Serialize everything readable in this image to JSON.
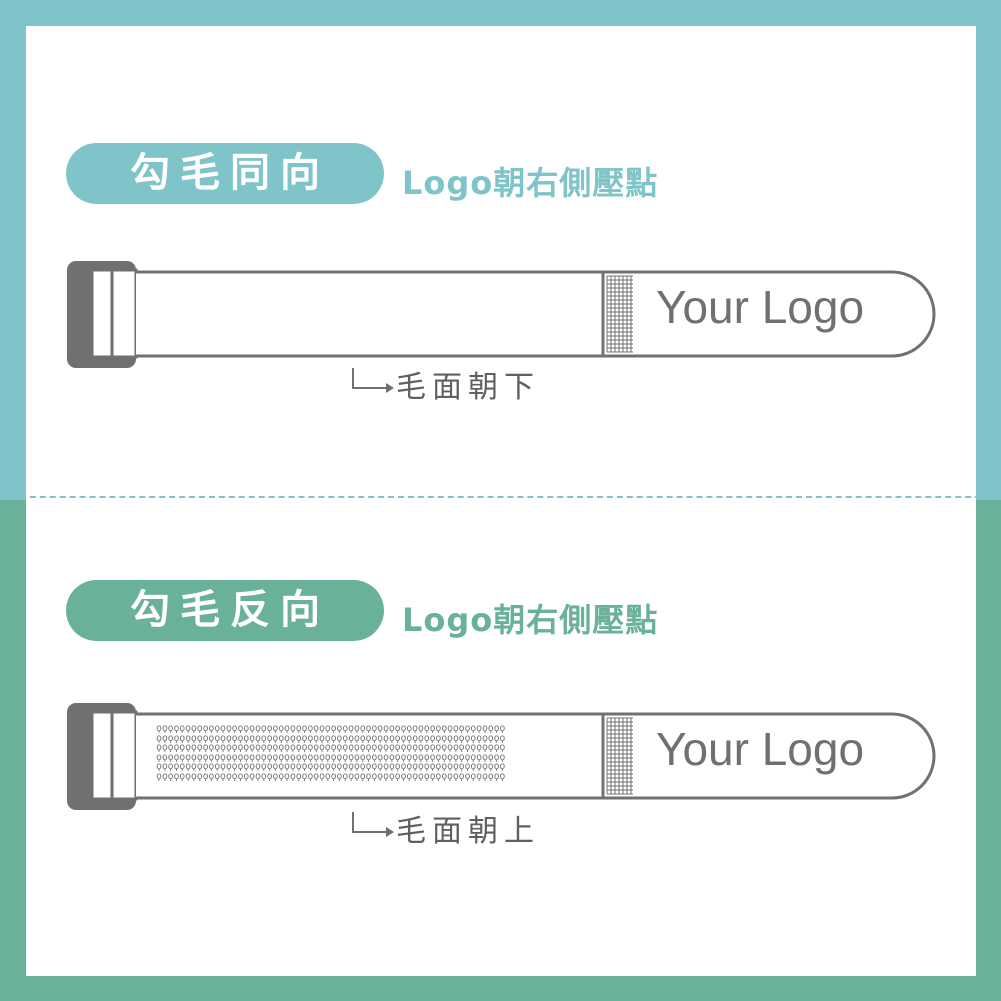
{
  "colors": {
    "teal": "#7ec4c9",
    "green": "#69b19b",
    "gray": "#707070",
    "white": "#ffffff"
  },
  "sections": [
    {
      "badge": "勾毛同向",
      "subtitle": "Logo朝右側壓點",
      "logo_text": "Your Logo",
      "side_label": "毛面朝下",
      "hook_texture": false
    },
    {
      "badge": "勾毛反向",
      "subtitle": "Logo朝右側壓點",
      "logo_text": "Your Logo",
      "side_label": "毛面朝上",
      "hook_texture": true
    }
  ]
}
